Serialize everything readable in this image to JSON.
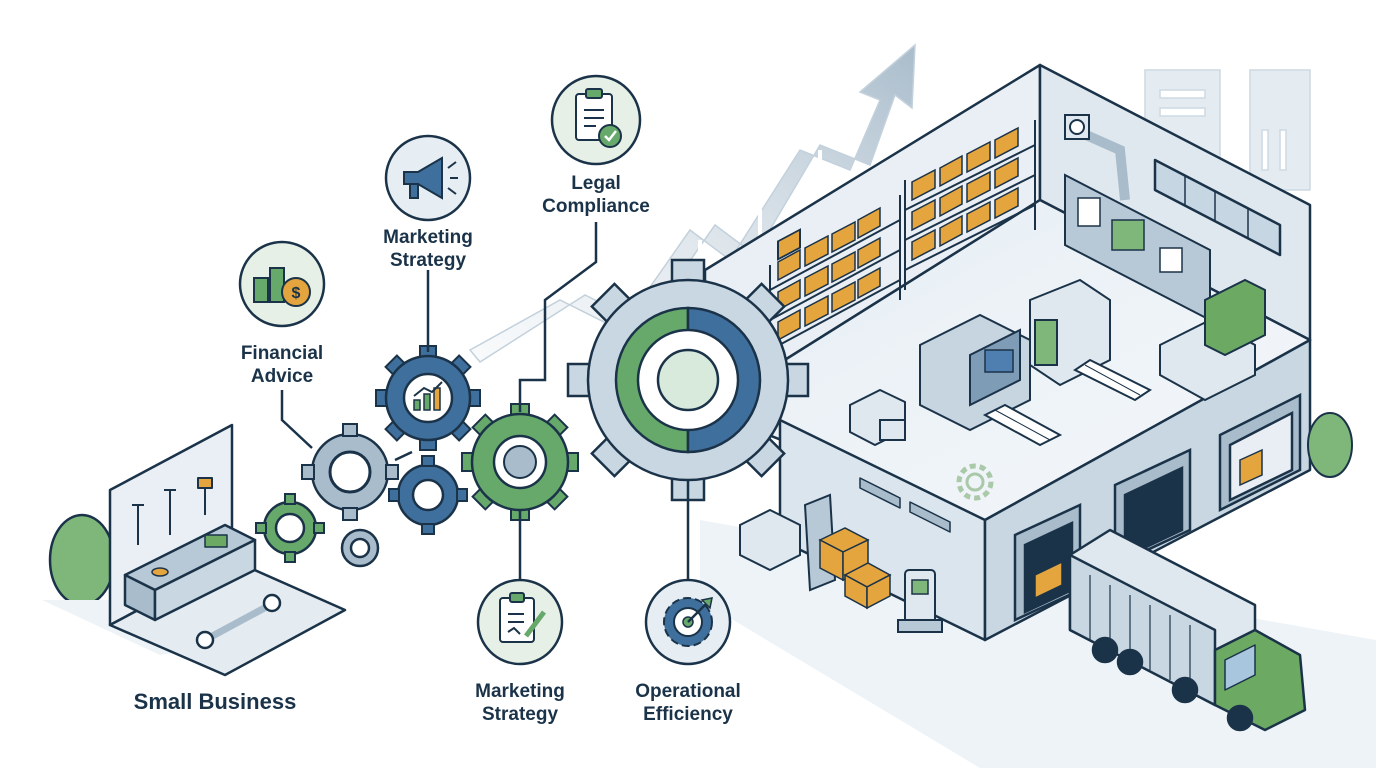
{
  "labels": {
    "small_business": "Small Business",
    "financial_advice": [
      "Financial",
      "Advice"
    ],
    "marketing_strategy_top": [
      "Marketing",
      "Strategy"
    ],
    "legal_compliance": [
      "Legal",
      "Compliance"
    ],
    "marketing_strategy_bottom": [
      "Marketing",
      "Strategy"
    ],
    "operational_efficiency": [
      "Operational",
      "Efficiency"
    ]
  },
  "icons": {
    "financial_advice": "coins-dollar-icon",
    "marketing_strategy_top": "megaphone-icon",
    "legal_compliance": "clipboard-check-icon",
    "marketing_strategy_bottom": "clipboard-pen-icon",
    "operational_efficiency": "target-gear-icon"
  },
  "colors": {
    "navy": "#1b3349",
    "blue": "#3f6f9c",
    "green": "#67a96b",
    "light_blue": "#dbe6ee",
    "gray_blue": "#a9bccb",
    "box_orange": "#e4a53e",
    "truck_green": "#6caa64"
  }
}
